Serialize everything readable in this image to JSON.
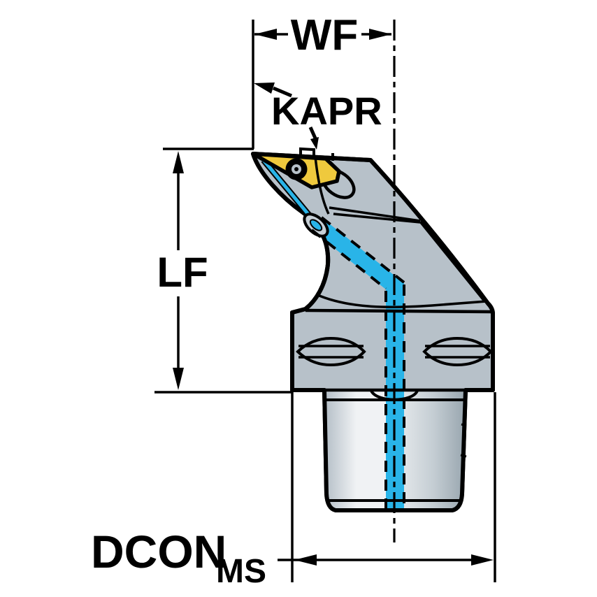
{
  "drawing": {
    "labels": {
      "wf": "WF",
      "kapr": "KAPR",
      "lf": "LF",
      "dcon": "DCON",
      "dcon_sub": "MS"
    },
    "colors": {
      "background": "#ffffff",
      "outline": "#000000",
      "body_gray": "#b7c1c9",
      "nozzle_gray": "#c6cfd6",
      "insert_yellow": "#efc93d",
      "coolant_blue": "#29b4e8",
      "shank_edge": "#b6c0c8",
      "shank_highlight": "#f0f2f4",
      "shank_mid": "#c4cdd3",
      "shank_shadow": "#9aa7b0"
    }
  }
}
